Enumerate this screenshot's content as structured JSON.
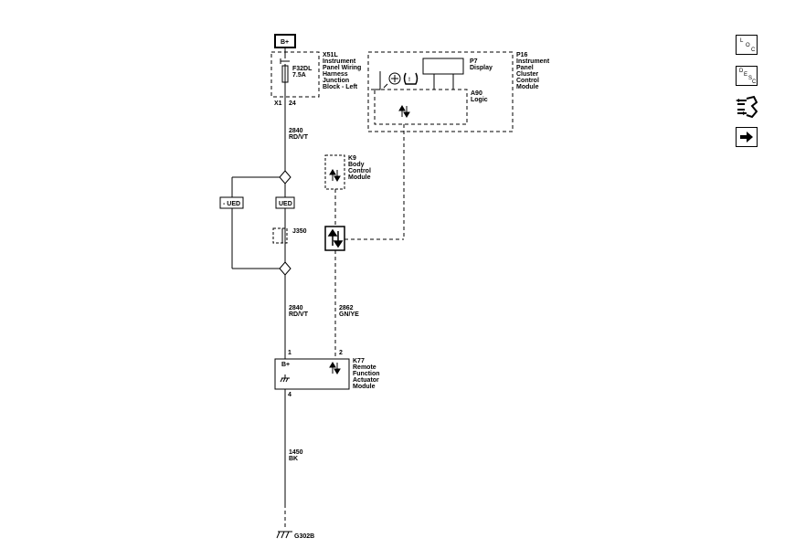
{
  "supply": {
    "label": "B+"
  },
  "fuse": {
    "name": "F32DL",
    "rating": "7.5A"
  },
  "x51l": {
    "lines": [
      "X51L",
      "Instrument",
      "Panel Wiring",
      "Harness",
      "Junction",
      "Block - Left"
    ]
  },
  "x1": {
    "connector": "X1",
    "pin": "24"
  },
  "p16": {
    "lines": [
      "P16",
      "Instrument",
      "Panel",
      "Cluster",
      "Control",
      "Module"
    ]
  },
  "p7": {
    "lines": [
      "P7",
      "Display"
    ]
  },
  "a90": {
    "lines": [
      "A90",
      "Logic"
    ]
  },
  "wire_top": {
    "circuit": "2840",
    "color": "RD/VT"
  },
  "k9": {
    "lines": [
      "K9",
      "Body",
      "Control",
      "Module"
    ]
  },
  "options": {
    "left": "- UED",
    "right": "UED"
  },
  "j350": {
    "label": "J350"
  },
  "wire_mid": {
    "circuit": "2840",
    "color": "RD/VT"
  },
  "wire_data": {
    "circuit": "2862",
    "color": "GN/YE"
  },
  "k77": {
    "lines": [
      "K77",
      "Remote",
      "Function",
      "Actuator",
      "Module"
    ],
    "pin1": "1",
    "pin2": "2",
    "pin4": "4",
    "bplus": "B+"
  },
  "wire_gnd": {
    "circuit": "1450",
    "color": "BK"
  },
  "ground": {
    "label": "G302B"
  },
  "sidebar": {
    "loc_letters": [
      "L",
      "O",
      "C"
    ],
    "desc_letters": [
      "D",
      "E",
      "S",
      "C"
    ]
  }
}
